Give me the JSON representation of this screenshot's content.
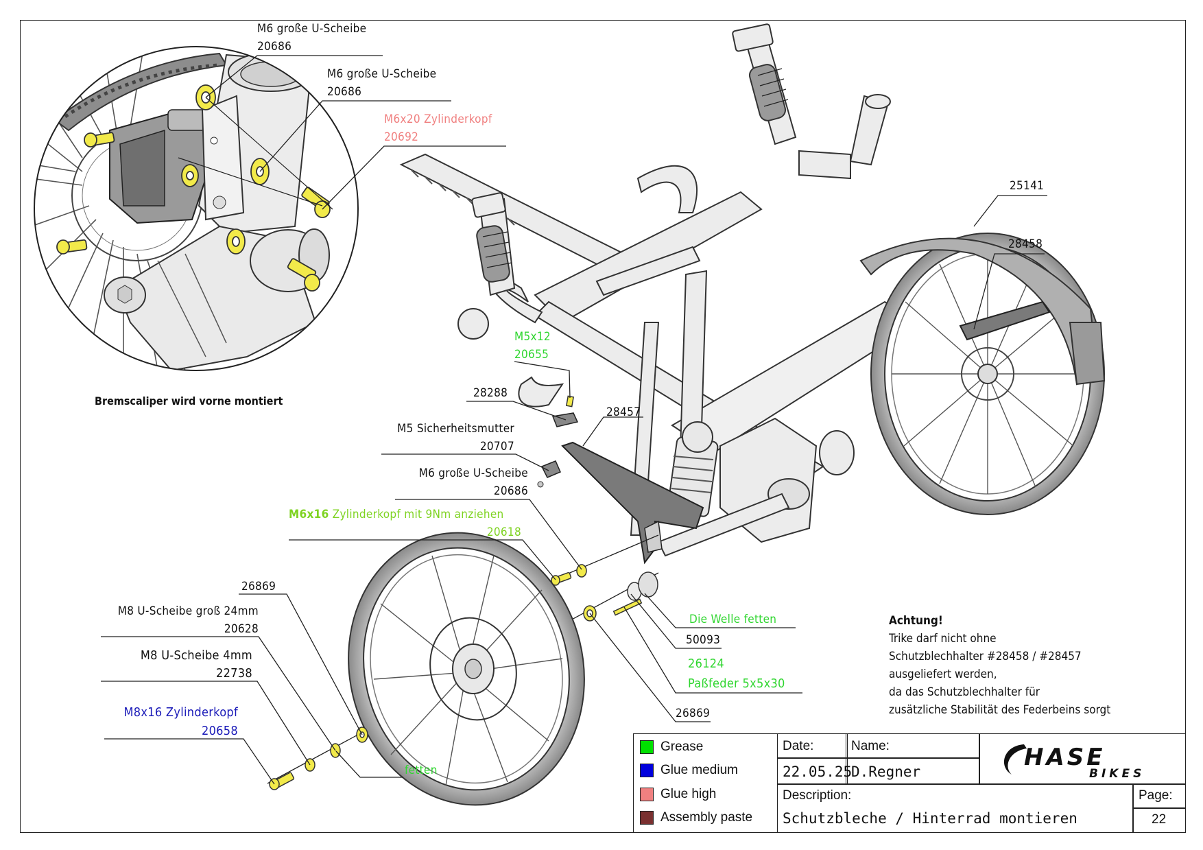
{
  "callouts": {
    "c1": {
      "desc": "M6 große U-Scheibe",
      "num": "20686"
    },
    "c2": {
      "desc": "M6 große U-Scheibe",
      "num": "20686"
    },
    "c3": {
      "desc": "M6x20 Zylinderkopf",
      "num": "20692"
    },
    "c4": {
      "num": "25141"
    },
    "c5": {
      "num": "28458"
    },
    "c6": {
      "desc": "M5x12",
      "num": "20655"
    },
    "c7": {
      "num": "28288"
    },
    "c8": {
      "num": "28457"
    },
    "c9": {
      "desc": "M5 Sicherheitsmutter",
      "num": "20707"
    },
    "c10": {
      "desc": "M6 große U-Scheibe",
      "num": "20686"
    },
    "c11": {
      "desc_bold": "M6x16",
      "desc": " Zylinderkopf mit 9Nm anziehen",
      "num": "20618"
    },
    "c12": {
      "num": "26869"
    },
    "c13": {
      "desc": "M8 U-Scheibe groß 24mm",
      "num": "20628"
    },
    "c14": {
      "desc": "M8 U-Scheibe 4mm",
      "num": "22738"
    },
    "c15": {
      "desc": "M8x16 Zylinderkopf",
      "num": "20658"
    },
    "c16": {
      "desc": "Die Welle fetten"
    },
    "c17": {
      "num": "50093"
    },
    "c18": {
      "num": "26124",
      "desc": "Paßfeder 5x5x30"
    },
    "c19": {
      "num": "26869"
    },
    "c20": {
      "desc": "fetten"
    }
  },
  "detail_caption": "Bremscaliper wird vorne montiert",
  "note": {
    "heading": "Achtung!",
    "lines": [
      "Trike darf nicht ohne",
      "Schutzblechhalter #28458 / #28457",
      "ausgeliefert werden,",
      "da das Schutzblechhalter für",
      "zusätzliche Stabilität des Federbeins sorgt"
    ]
  },
  "legend": [
    {
      "label": "Grease",
      "color": "#00e000"
    },
    {
      "label": "Glue medium",
      "color": "#0000dd"
    },
    {
      "label": "Glue high",
      "color": "#f08080"
    },
    {
      "label": "Assembly paste",
      "color": "#7a3030"
    }
  ],
  "title_block": {
    "date_label": "Date:",
    "date": "22.05.25",
    "name_label": "Name:",
    "name": "D.Regner",
    "description_label": "Description:",
    "description": "Schutzbleche / Hinterrad montieren",
    "page_label": "Page:",
    "page": "22",
    "logo_line1": "HASE",
    "logo_line2": "BIKES"
  },
  "colors": {
    "part_grey": "#e6e6e6",
    "fastener_yellow": "#f2ea4a",
    "grease_green": "#2fd62f",
    "glue_medium_blue": "#1a1ab8",
    "glue_high_salmon": "#f07f7f"
  }
}
